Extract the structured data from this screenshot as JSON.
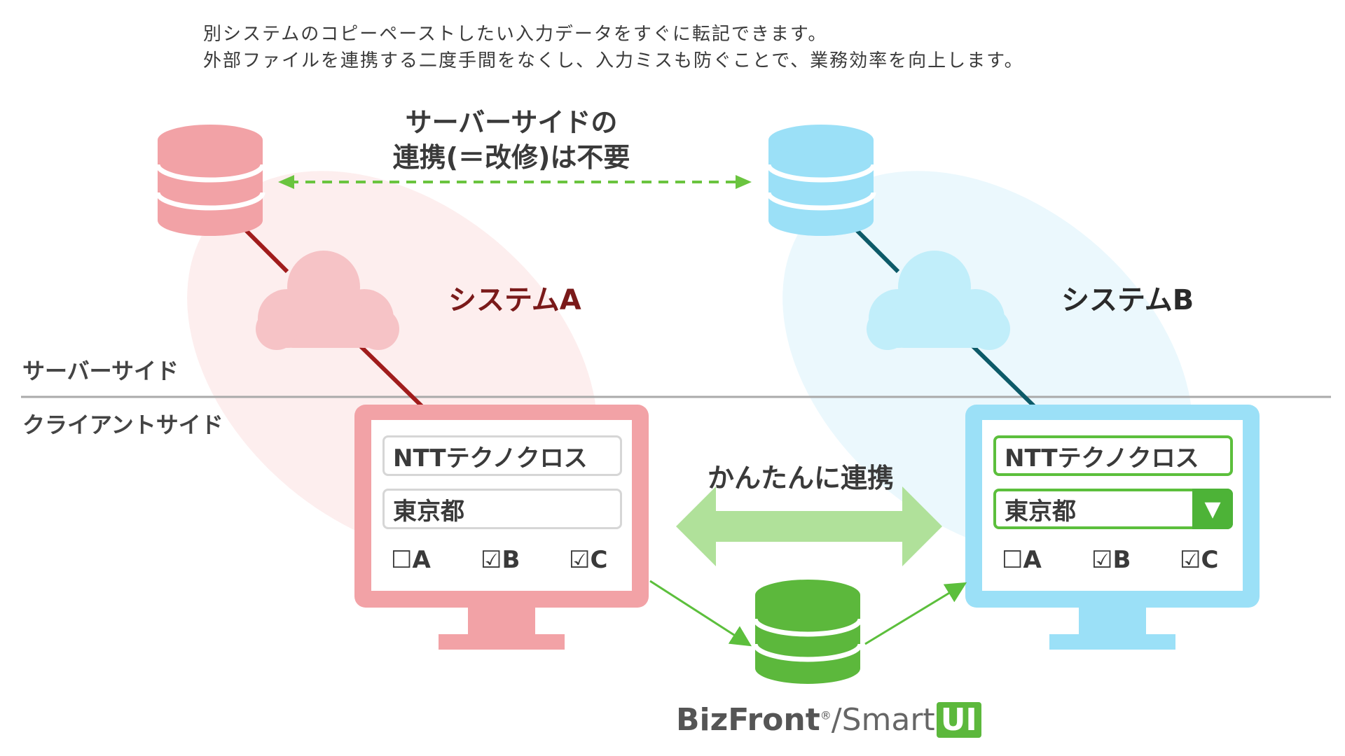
{
  "intro": {
    "line1": "別システムのコピーペーストしたい入力データをすぐに転記できます。",
    "line2": "外部ファイルを連携する二度手間をなくし、入力ミスも防ぐことで、業務効率を向上します。"
  },
  "server_note": {
    "line1": "サーバーサイドの",
    "line2": "連携(＝改修)は不要"
  },
  "labels": {
    "server_side": "サーバーサイド",
    "client_side": "クライアントサイド",
    "system_a": "システムA",
    "system_b": "システムB",
    "easy_link": "かんたんに連携"
  },
  "form_a": {
    "company": "NTTテクノクロス",
    "prefecture": "東京都",
    "checks": [
      "☐A",
      "☑B",
      "☑C"
    ]
  },
  "form_b": {
    "company": "NTTテクノクロス",
    "prefecture": "東京都",
    "dropdown_icon": "▼",
    "checks": [
      "☐A",
      "☑B",
      "☑C"
    ]
  },
  "logo": {
    "biz": "BizFront",
    "reg": "®",
    "slash_smart": "/Smart",
    "ui": "UI"
  },
  "colors": {
    "system_a": "#f2a2a6",
    "system_b": "#9be0f7",
    "bizfront": "#5cb83c",
    "dashed_arrow": "#6ac43f"
  }
}
